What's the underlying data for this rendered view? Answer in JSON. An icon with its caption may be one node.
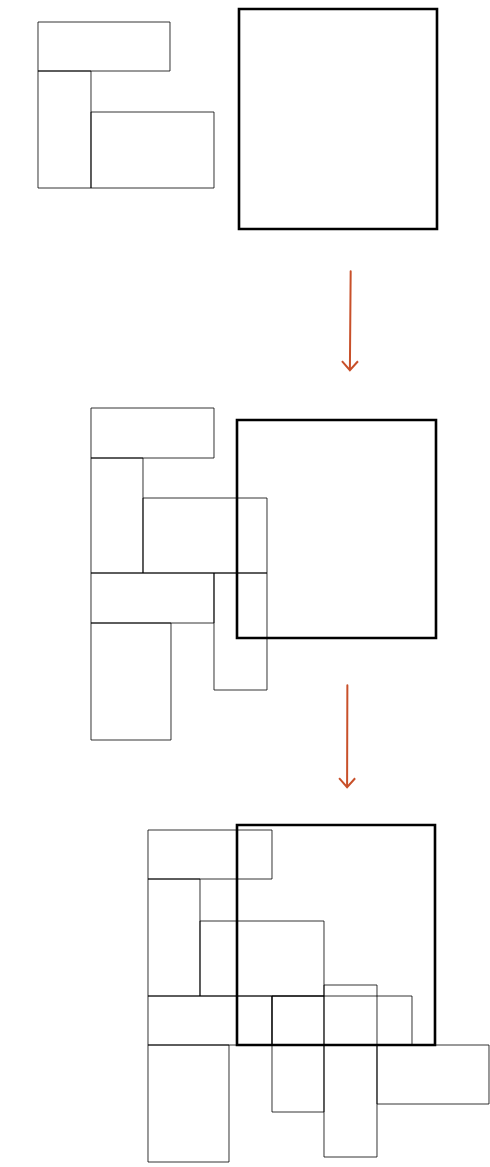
{
  "diagram": {
    "nodes": [
      {
        "text": [],
        "shape": "box"
      },
      {
        "text": [],
        "shape": "box"
      },
      {
        "text": [],
        "shape": "box"
      },
      {
        "text": [],
        "shape": "box"
      },
      {
        "text": [],
        "shape": "box"
      },
      {
        "text": [],
        "shape": "box"
      },
      {
        "text": [],
        "shape": "box"
      },
      {
        "text": [],
        "shape": "box"
      },
      {
        "text": [],
        "shape": "box"
      },
      {
        "text": [],
        "shape": "box"
      },
      {
        "text": [],
        "shape": "box"
      },
      {
        "text": [],
        "shape": "box"
      },
      {
        "text": [],
        "shape": "box"
      },
      {
        "text": [],
        "shape": "box"
      },
      {
        "text": [],
        "shape": "box"
      },
      {
        "text": [],
        "shape": "box"
      },
      {
        "text": [],
        "shape": "box",
        "in": 20
      },
      {
        "text": [],
        "shape": "box"
      },
      {
        "text": [],
        "shape": "box"
      },
      {
        "text": [],
        "shape": "box"
      },
      {
        "text": [],
        "shape": "box"
      }
    ],
    "edges": [
      {
        "from": 3,
        "to": 10,
        "arrow": "to"
      },
      {
        "from": 10,
        "to": 20,
        "arrow": "to"
      }
    ]
  }
}
